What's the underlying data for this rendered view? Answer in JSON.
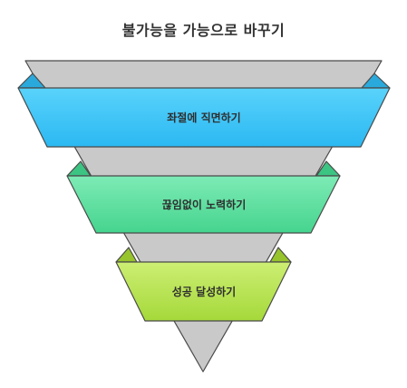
{
  "title": "불가능을 가능으로 바꾸기",
  "layers": [
    {
      "label": "좌절에 직면하기",
      "color": "#3cc7f5"
    },
    {
      "label": "끊임없이 노력하기",
      "color": "#5ee0a0"
    },
    {
      "label": "성공 달성하기",
      "color": "#b4e04a"
    }
  ],
  "funnel_color": "#c9c9c9"
}
